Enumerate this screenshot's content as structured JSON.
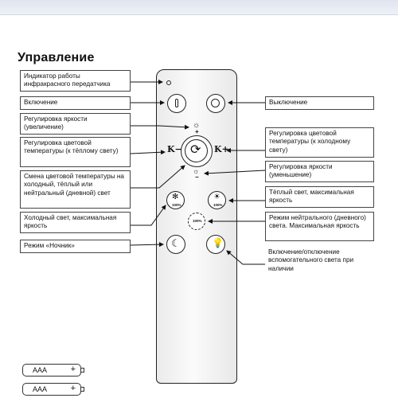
{
  "title": "Управление",
  "labels": {
    "ir_indicator": "Индикатор работы инфракрасного передатчика",
    "power_on": "Включение",
    "power_off": "Выключение",
    "brightness_up": "Регулировка яркости (увеличение)",
    "color_temp_warm": "Регулировка цветовой температуры (к тёплому свету)",
    "color_temp_cold": "Регулировка цветовой температуры (к холодному свету)",
    "brightness_down": "Регулировка яркости (уменьшение)",
    "color_cycle": "Смена цветовой температуры на холодный, тёплый или нейтральный (дневной) свет",
    "warm_max": "Тёплый свет, максимальная яркость",
    "cold_max": "Холодный свет, максимальная яркость",
    "neutral_max": "Режим нейтрального (дневного) света. Максимальная яркость",
    "night_mode": "Режим «Ночник»",
    "aux_light": "Включение/отключение вспомогательного света при наличии"
  },
  "remote": {
    "k_minus": "K−",
    "k_plus": "K+",
    "plus_sign": "+",
    "minus_sign": "−",
    "pct_100": "100%"
  },
  "batteries": [
    {
      "label": "AAA",
      "plus": "+"
    },
    {
      "label": "AAA",
      "plus": "+"
    }
  ]
}
